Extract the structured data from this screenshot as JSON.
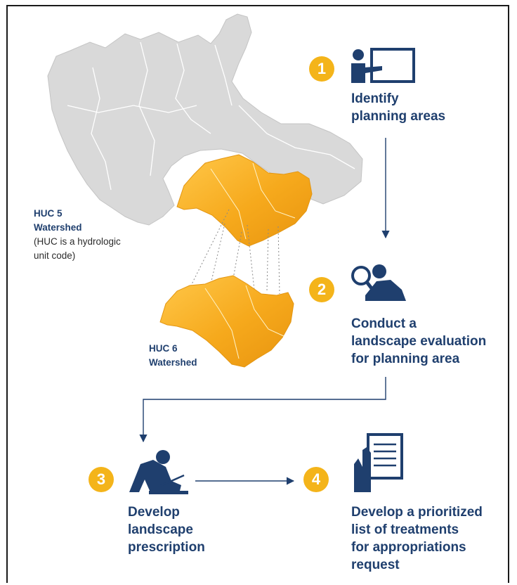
{
  "steps": [
    {
      "number": "1",
      "title_lines": [
        "Identify",
        "planning areas"
      ]
    },
    {
      "number": "2",
      "title_lines": [
        "Conduct a",
        "landscape evaluation",
        "for planning area"
      ]
    },
    {
      "number": "3",
      "title_lines": [
        "Develop",
        "landscape",
        "prescription"
      ]
    },
    {
      "number": "4",
      "title_lines": [
        "Develop a prioritized",
        "list of treatments",
        "for appropriations",
        "request"
      ]
    }
  ],
  "maps": {
    "huc5": {
      "label_lines": [
        "HUC 5",
        "Watershed"
      ],
      "note_lines": [
        "(HUC is a hydrologic",
        "unit code)"
      ]
    },
    "huc6": {
      "label_lines": [
        "HUC 6",
        "Watershed"
      ]
    }
  },
  "icons": [
    "teacher-board-icon",
    "magnifier-person-icon",
    "person-writing-icon",
    "hand-document-icon"
  ],
  "colors": {
    "navy": "#1f3f6e",
    "gold": "#f4b41a",
    "orange": "#f6a91c",
    "gray_map": "#d9d9d9",
    "arrow": "#1f3f6e"
  }
}
